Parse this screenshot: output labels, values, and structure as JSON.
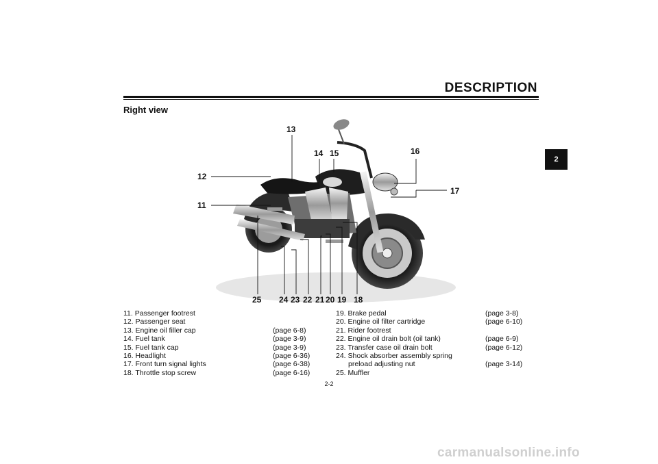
{
  "header": {
    "title": "DESCRIPTION"
  },
  "chapter_tab": "2",
  "section_title": "Right view",
  "callouts": {
    "c11": "11",
    "c12": "12",
    "c13": "13",
    "c14": "14",
    "c15": "15",
    "c16": "16",
    "c17": "17",
    "c18": "18",
    "c19": "19",
    "c20": "20",
    "c21": "21",
    "c22": "22",
    "c23": "23",
    "c24": "24",
    "c25": "25"
  },
  "parts_left": [
    {
      "label": "11. Passenger footrest",
      "page": ""
    },
    {
      "label": "12. Passenger seat",
      "page": ""
    },
    {
      "label": "13. Engine oil filler cap",
      "page": "(page 6-8)"
    },
    {
      "label": "14. Fuel tank",
      "page": "(page 3-9)"
    },
    {
      "label": "15. Fuel tank cap",
      "page": "(page 3-9)"
    },
    {
      "label": "16. Headlight",
      "page": "(page 6-36)"
    },
    {
      "label": "17. Front turn signal lights",
      "page": "(page 6-38)"
    },
    {
      "label": "18. Throttle stop screw",
      "page": "(page 6-16)"
    }
  ],
  "parts_right": [
    {
      "label": "19. Brake pedal",
      "page": "(page 3-8)"
    },
    {
      "label": "20. Engine oil filter cartridge",
      "page": "(page 6-10)"
    },
    {
      "label": "21. Rider footrest",
      "page": ""
    },
    {
      "label": "22. Engine oil drain bolt (oil tank)",
      "page": "(page 6-9)"
    },
    {
      "label": "23. Transfer case oil drain bolt",
      "page": "(page 6-12)"
    },
    {
      "label": "24. Shock absorber assembly spring",
      "page": ""
    },
    {
      "label": "preload adjusting nut",
      "page": "(page 3-14)"
    },
    {
      "label": "25. Muffler",
      "page": ""
    }
  ],
  "page_number": "2-2",
  "watermark": "carmanualsonline.info"
}
